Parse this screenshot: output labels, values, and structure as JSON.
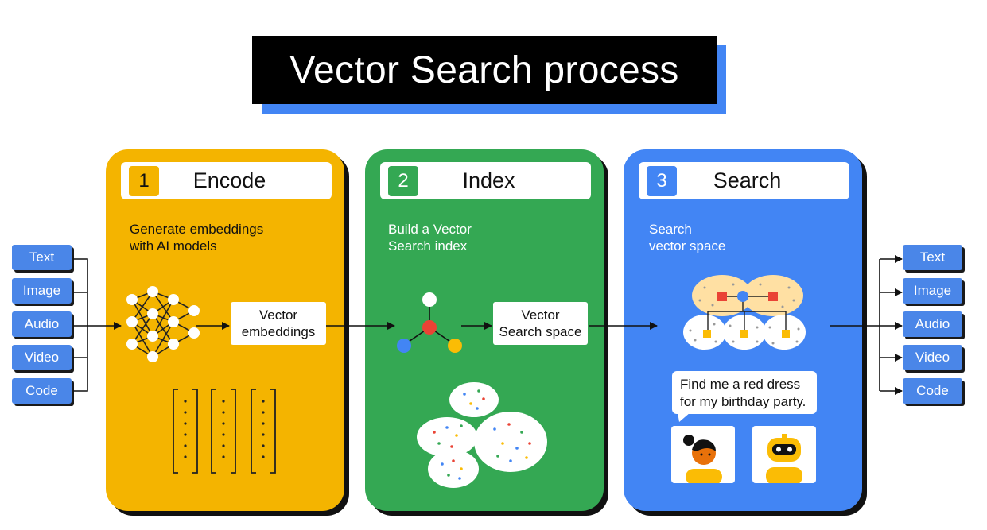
{
  "title": "Vector Search process",
  "colors": {
    "encode": "#F4B400",
    "index": "#34A853",
    "search": "#4285F4",
    "red": "#EA4335"
  },
  "input_types": [
    "Text",
    "Image",
    "Audio",
    "Video",
    "Code"
  ],
  "output_types": [
    "Text",
    "Image",
    "Audio",
    "Video",
    "Code"
  ],
  "steps": [
    {
      "number": "1",
      "name": "Encode",
      "description": [
        "Generate embeddings",
        "with AI models"
      ],
      "output_label": [
        "Vector",
        "embeddings"
      ]
    },
    {
      "number": "2",
      "name": "Index",
      "description": [
        "Build a Vector",
        "Search index"
      ],
      "output_label": [
        "Vector",
        "Search space"
      ]
    },
    {
      "number": "3",
      "name": "Search",
      "description": [
        "Search",
        "vector space"
      ],
      "query": [
        "Find me a red dress",
        "for my birthday party."
      ]
    }
  ]
}
